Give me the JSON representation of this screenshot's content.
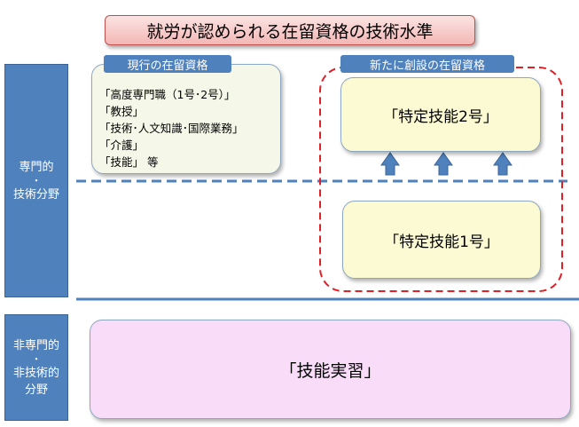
{
  "title": "就労が認められる在留資格の技術水準",
  "side_labels": {
    "specialized": {
      "line1": "専門的",
      "dot": "・",
      "line2": "技術分野"
    },
    "non_specialized": {
      "line1": "非専門的",
      "dot": "・",
      "line2": "非技術的",
      "line3": "分野"
    }
  },
  "current": {
    "label": "現行の在留資格",
    "items": [
      "「高度専門職（1号･2号）」",
      "「教授」",
      "「技術･人文知識･国際業務」",
      "「介護」",
      "「技能」 等"
    ]
  },
  "new": {
    "label": "新たに創設の在留資格",
    "skill2": "「特定技能2号」",
    "skill1": "「特定技能1号」"
  },
  "training": "「技能実習」",
  "colors": {
    "side_blue": "#4f81bd",
    "dashed_border_red": "#e31e24",
    "title_fill": "#f3b7b5",
    "skill_fill": "#fbfad2",
    "training_fill": "#f8dcf8",
    "current_fill": "#f5f8e9"
  }
}
